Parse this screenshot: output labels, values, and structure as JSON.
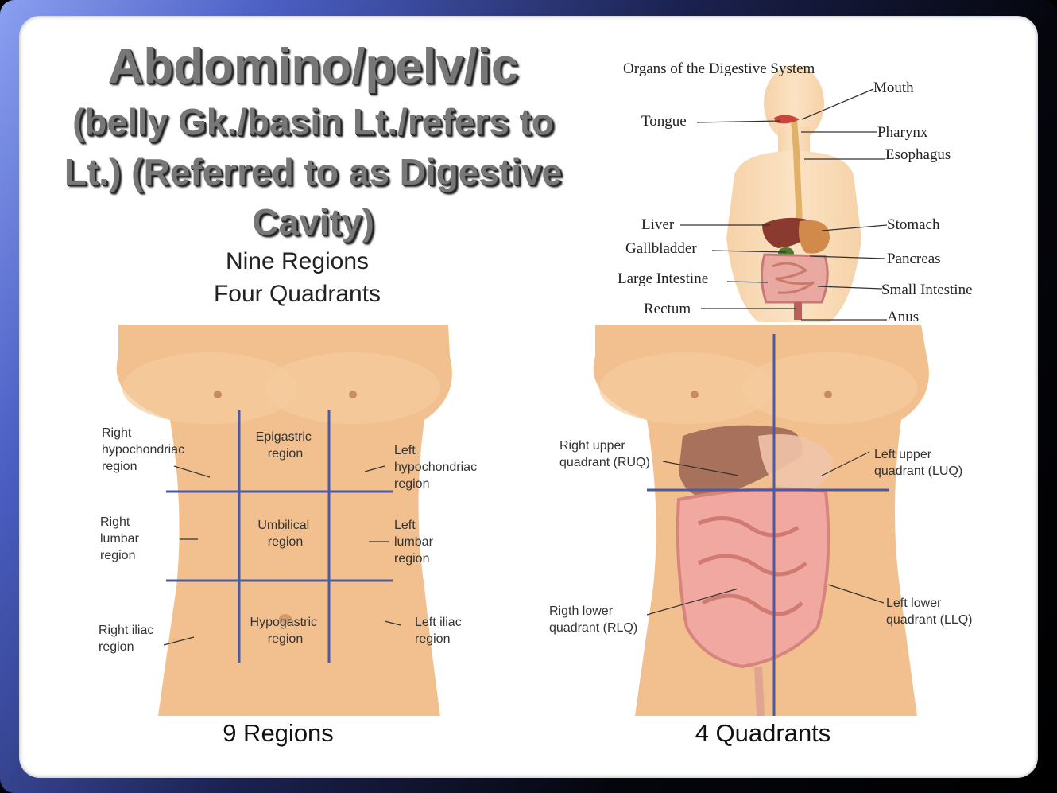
{
  "title": {
    "line1": "Abdomino/pelv/ic",
    "rest": "(belly Gk./basin Lt./refers to Lt.) (Referred to as Digestive Cavity)"
  },
  "subtitle": {
    "line1": "Nine Regions",
    "line2": "Four Quadrants"
  },
  "digestive": {
    "heading": "Organs of the Digestive System",
    "labels": {
      "mouth": "Mouth",
      "tongue": "Tongue",
      "pharynx": "Pharynx",
      "esophagus": "Esophagus",
      "liver": "Liver",
      "stomach": "Stomach",
      "gallbladder": "Gallbladder",
      "pancreas": "Pancreas",
      "large_intestine": "Large Intestine",
      "small_intestine": "Small Intestine",
      "rectum": "Rectum",
      "anus": "Anus"
    }
  },
  "regions": {
    "caption": "9 Regions",
    "right_hypochondriac": [
      "Right",
      "hypochondriac",
      "region"
    ],
    "epigastric": [
      "Epigastric",
      "region"
    ],
    "left_hypochondriac": [
      "Left",
      "hypochondriac",
      "region"
    ],
    "right_lumbar": [
      "Right",
      "lumbar",
      "region"
    ],
    "umbilical": [
      "Umbilical",
      "region"
    ],
    "left_lumbar": [
      "Left",
      "lumbar",
      "region"
    ],
    "right_iliac": [
      "Right iliac",
      "region"
    ],
    "hypogastric": [
      "Hypogastric",
      "region"
    ],
    "left_iliac": [
      "Left iliac",
      "region"
    ]
  },
  "quadrants": {
    "caption": "4 Quadrants",
    "ruq": [
      "Right upper",
      "quadrant (RUQ)"
    ],
    "luq": [
      "Left upper",
      "quadrant (LUQ)"
    ],
    "rlq": [
      "Rigth lower",
      "quadrant (RLQ)"
    ],
    "llq": [
      "Left lower",
      "quadrant (LLQ)"
    ]
  },
  "colors": {
    "skin": "#f2c08e",
    "grid_line": "#4a5aa8",
    "title": "#777777"
  }
}
